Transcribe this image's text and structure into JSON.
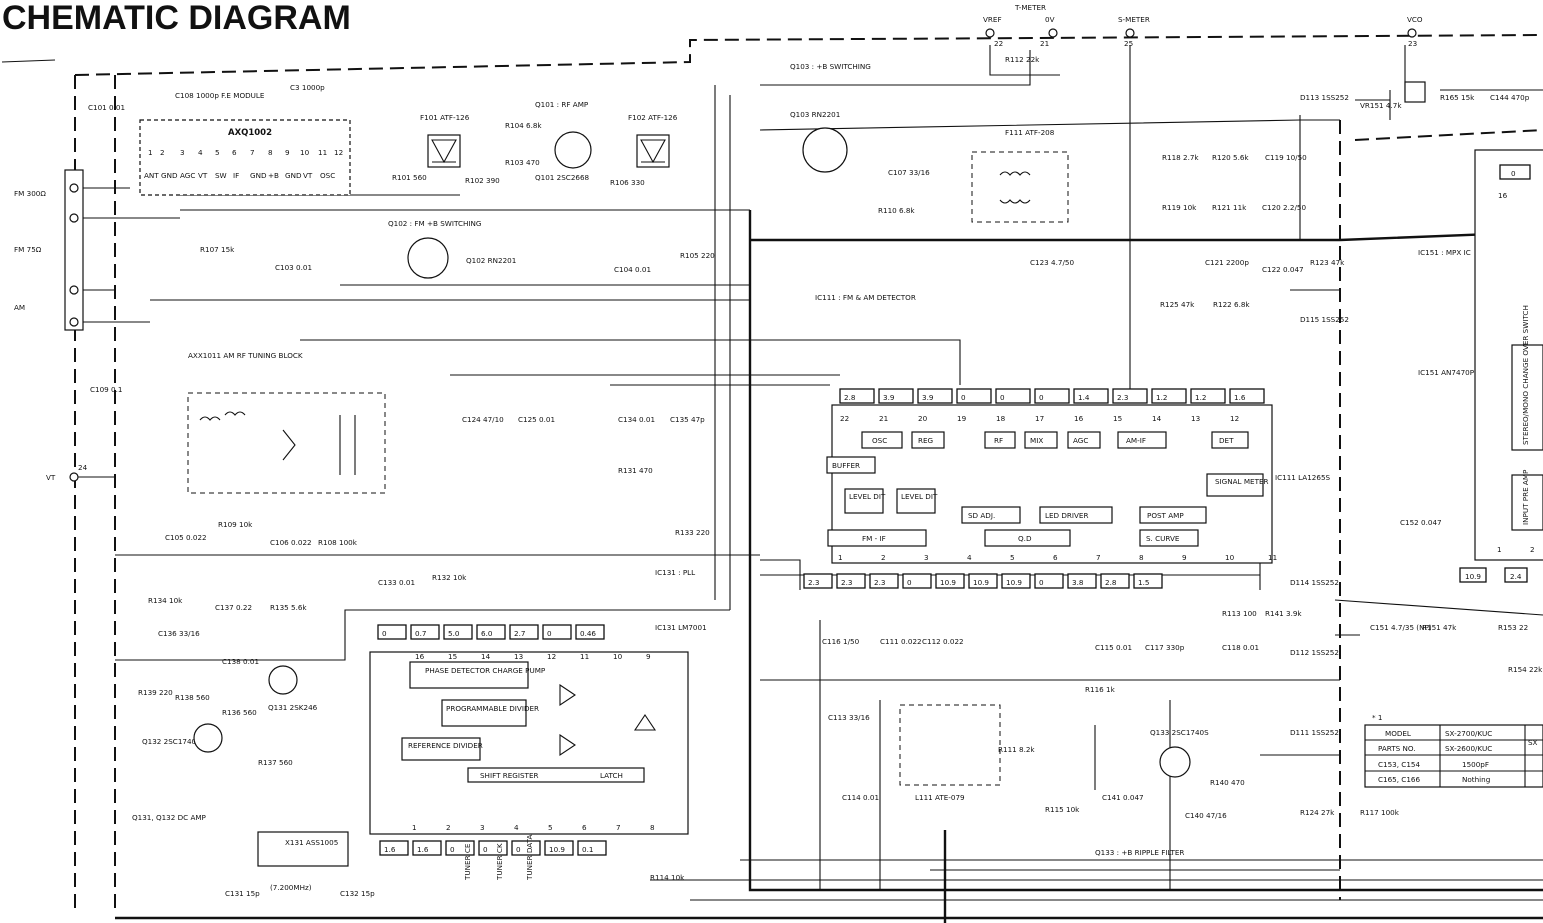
{
  "title": "CHEMATIC DIAGRAM",
  "top_labels": {
    "t_meter": "T-METER",
    "vref": "VREF",
    "ov": "0V",
    "s_meter": "S-METER",
    "vco": "VCO",
    "pin22": "22",
    "pin21": "21",
    "pin25": "25",
    "pin23": "23",
    "q103_switch": "Q103 : +B SWITCHING"
  },
  "inputs": {
    "fm300": "FM 300Ω",
    "fm75": "FM 75Ω",
    "am": "AM",
    "vt": "VT",
    "vt_pin": "24"
  },
  "fe_module": {
    "label": "C108 1000p F.E MODULE",
    "name": "AXQ1002",
    "pins": [
      "1",
      "2",
      "3",
      "4",
      "5",
      "6",
      "7",
      "8",
      "9",
      "10",
      "11",
      "12"
    ],
    "pin_names": [
      "ANT",
      "GND",
      "AGC",
      "VT",
      "SW",
      "IF",
      "GND",
      "+B",
      "GND",
      "VT",
      "OSC"
    ]
  },
  "parts_top": {
    "c101": "C101 0.01",
    "c3": "C3 1000p",
    "f101": "F101 ATF-126",
    "f102": "F102 ATF-126",
    "q101": "Q101 : RF AMP",
    "r104": "R104 6.8k",
    "r103": "R103 470",
    "q101_part": "Q101 2SC2668",
    "r101": "R101 560",
    "r102": "R102 390",
    "r106": "R106 330",
    "r107": "R107 15k",
    "c103": "C103 0.01",
    "q102_label": "Q102 : FM +B SWITCHING",
    "q102_part": "Q102 RN2201",
    "c104": "C104 0.01",
    "r105": "R105 220",
    "q103_part": "Q103 RN2201",
    "c107": "C107 33/16",
    "r110": "R110 6.8k",
    "r112": "R112 22k",
    "f111": "F111 ATF-208",
    "r118": "R118 2.7k",
    "r120": "R120 5.6k",
    "c119": "C119 10/50",
    "r119": "R119 10k",
    "r121": "R121 11k",
    "c120": "C120 2.2/50",
    "c123": "C123 4.7/50",
    "c121": "C121 2200p",
    "c122": "C122 0.047",
    "r123": "R123 47k",
    "r125": "R125 47k",
    "r122": "R122 6.8k",
    "d113": "D113 1SS252",
    "d115": "D115 1SS252",
    "vr151": "VR151 4.7k",
    "r165": "R165 15k",
    "c144": "C144 470p"
  },
  "am_block": {
    "label": "AXX1011 AM RF TUNING BLOCK",
    "c109": "C109 0.1",
    "c105": "C105 0.022",
    "r109": "R109 10k",
    "c106": "C106 0.022",
    "r108": "R108 100k"
  },
  "ic111": {
    "title": "IC111 : FM & AM DETECTOR",
    "part": "IC111 LA1265S",
    "top_voltages": [
      "2.8",
      "3.9",
      "3.9",
      "0",
      "0",
      "0",
      "1.4",
      "2.3",
      "1.2",
      "1.2",
      "1.6"
    ],
    "top_pins": [
      "22",
      "21",
      "20",
      "19",
      "18",
      "17",
      "16",
      "15",
      "14",
      "13",
      "12"
    ],
    "bottom_voltages": [
      "2.3",
      "2.3",
      "2.3",
      "0",
      "10.9",
      "10.9",
      "10.9",
      "0",
      "3.8",
      "2.8",
      "1.5"
    ],
    "bottom_pins": [
      "1",
      "2",
      "3",
      "4",
      "5",
      "6",
      "7",
      "8",
      "9",
      "10",
      "11"
    ],
    "blocks": {
      "osc": "OSC",
      "reg": "REG",
      "buffer": "BUFFER",
      "rf": "RF",
      "mix": "MIX",
      "agc": "AGC",
      "am_if": "AM-IF",
      "det": "DET",
      "signal_meter": "SIGNAL METER",
      "level1": "LEVEL DIT",
      "level2": "LEVEL DIT",
      "sd_adj": "SD ADJ.",
      "led_driver": "LED DRIVER",
      "post_amp": "POST AMP",
      "s_curve": "S. CURVE",
      "fm_if": "FM - IF",
      "qd": "Q.D"
    }
  },
  "ic131": {
    "title": "IC131 : PLL",
    "part": "IC131 LM7001",
    "top_voltages": [
      "0",
      "0.7",
      "5.0",
      "6.0",
      "2.7",
      "0",
      "0.46"
    ],
    "top_pins": [
      "16",
      "15",
      "14",
      "13",
      "12",
      "11",
      "10",
      "9"
    ],
    "bottom_voltages": [
      "1.6",
      "1.6",
      "0",
      "0",
      "0",
      "10.9",
      "0.1"
    ],
    "bottom_pins": [
      "1",
      "2",
      "3",
      "4",
      "5",
      "6",
      "7",
      "8"
    ],
    "blocks": {
      "pd": "PHASE DETECTOR CHARGE PUMP",
      "prog": "PROGRAMMABLE DIVIDER",
      "ref": "REFERENCE DIVIDER",
      "shift": "SHIFT REGISTER",
      "latch": "LATCH"
    },
    "tuner_ce": "TUNER CE",
    "tuner_ck": "TUNER CK",
    "tuner_data": "TUNER DATA"
  },
  "parts_mid": {
    "c124": "C124 47/10",
    "c125": "C125 0.01",
    "c134": "C134 0.01",
    "c135": "C135 47p",
    "r131": "R131 470",
    "r133": "R133 220",
    "c133": "C133 0.01",
    "r132": "R132 10k",
    "r134": "R134 10k",
    "c137": "C137 0.22",
    "r135": "R135 5.6k",
    "c136": "C136 33/16",
    "c138": "C138 0.01",
    "q131": "Q131 2SK246",
    "r139": "R139 220",
    "r138": "R138 560",
    "r136": "R136 560",
    "q132": "Q132 2SC1740SLN",
    "r137": "R137 560",
    "dc_amp": "Q131, Q132 DC AMP",
    "x131": "X131 ASS1005",
    "xtal": "(7.200MHz)",
    "c131": "C131 15p",
    "c132": "C132 15p",
    "r114": "R114 10k",
    "c116": "C116 1/50",
    "c111": "C111 0.022",
    "c112": "C112 0.022",
    "c113": "C113 33/16",
    "c114": "C114 0.01",
    "c115": "C115 0.01",
    "c117": "C117 330p",
    "c118": "C118 0.01",
    "r113": "R113 100",
    "r141": "R141 3.9k",
    "d114": "D114 1SS252",
    "d112": "D112 1SS252",
    "r116": "R116 1k",
    "r111": "R111 8.2k",
    "l111": "L111 ATE-079",
    "q133": "Q133 2SC1740S",
    "r140": "R140 470",
    "c141": "C141 0.047",
    "c140": "C140 47/16",
    "r115": "R115 10k",
    "d111": "D111 1SS252",
    "r124": "R124 27k",
    "r117": "R117 100k",
    "ripple": "Q133 : +B RIPPLE FILTER"
  },
  "ic151": {
    "label": "IC151 : MPX IC",
    "part": "IC151 AN7470P",
    "stereo": "STEREO/MONO CHANGE OVER SWITCH",
    "input": "INPUT PRE AMP",
    "c152": "C152 0.047",
    "c151": "C151 4.7/35 (NP)",
    "r151": "R151 47k",
    "r153": "R153 22",
    "r154": "R154 22k",
    "v1": "10.9",
    "v2": "2.4",
    "p0": "0",
    "p16": "16",
    "p1": "1",
    "p2": "2"
  },
  "model_table": {
    "headers": [
      "MODEL",
      "SX-2700/KUC",
      "SX"
    ],
    "rows": [
      [
        "PARTS NO.",
        "SX-2600/KUC",
        ""
      ],
      [
        "C153, C154",
        "1500pF",
        ""
      ],
      [
        "C165, C166",
        "Nothing",
        ""
      ]
    ],
    "note": "* 1"
  }
}
